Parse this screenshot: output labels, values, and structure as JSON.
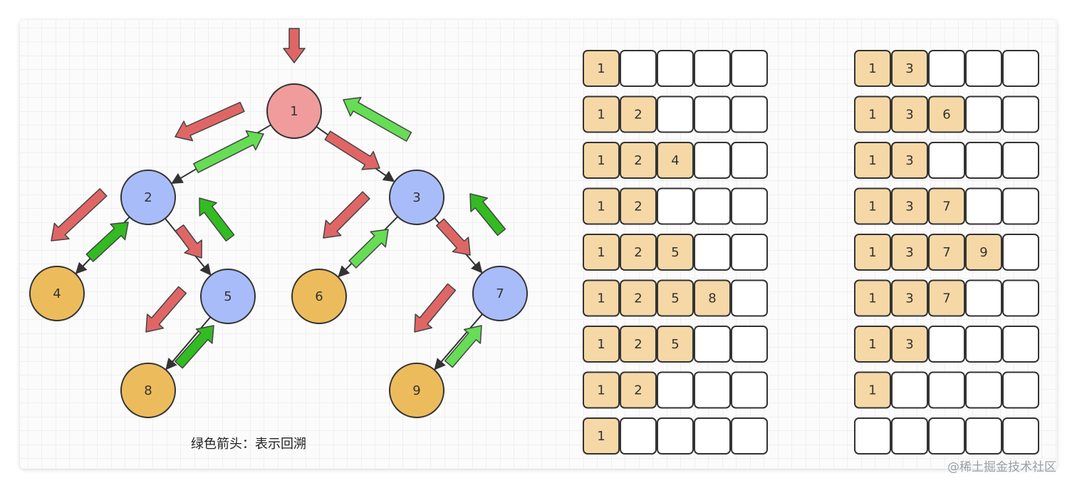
{
  "tree": {
    "nodes": [
      {
        "id": "1",
        "label": "1",
        "kind": "root"
      },
      {
        "id": "2",
        "label": "2",
        "kind": "inner"
      },
      {
        "id": "3",
        "label": "3",
        "kind": "inner"
      },
      {
        "id": "4",
        "label": "4",
        "kind": "leaf"
      },
      {
        "id": "5",
        "label": "5",
        "kind": "inner"
      },
      {
        "id": "6",
        "label": "6",
        "kind": "leaf"
      },
      {
        "id": "7",
        "label": "7",
        "kind": "inner"
      },
      {
        "id": "8",
        "label": "8",
        "kind": "leaf"
      },
      {
        "id": "9",
        "label": "9",
        "kind": "leaf"
      }
    ],
    "edges": [
      {
        "from": "1",
        "to": "2"
      },
      {
        "from": "1",
        "to": "3"
      },
      {
        "from": "2",
        "to": "4"
      },
      {
        "from": "2",
        "to": "5"
      },
      {
        "from": "5",
        "to": "8"
      },
      {
        "from": "3",
        "to": "6"
      },
      {
        "from": "3",
        "to": "7"
      },
      {
        "from": "7",
        "to": "9"
      }
    ]
  },
  "caption": "绿色箭头：表示回溯",
  "watermark": "@稀土掘金技术社区",
  "colors": {
    "root_fill": "#f19c9c",
    "inner_fill": "#a9bcfa",
    "leaf_fill": "#ecbc5c",
    "filled_cell": "#f5d8a6",
    "down_arrow": "#e06666",
    "back_arrow": "#66dd55",
    "back_arrow_dark": "#33bb22",
    "grid": "#e8e8e8"
  },
  "stacks": [
    {
      "name": "left",
      "rows": [
        [
          "1"
        ],
        [
          "1",
          "2"
        ],
        [
          "1",
          "2",
          "4"
        ],
        [
          "1",
          "2"
        ],
        [
          "1",
          "2",
          "5"
        ],
        [
          "1",
          "2",
          "5",
          "8"
        ],
        [
          "1",
          "2",
          "5"
        ],
        [
          "1",
          "2"
        ],
        [
          "1"
        ]
      ]
    },
    {
      "name": "right",
      "rows": [
        [
          "1",
          "3"
        ],
        [
          "1",
          "3",
          "6"
        ],
        [
          "1",
          "3"
        ],
        [
          "1",
          "3",
          "7"
        ],
        [
          "1",
          "3",
          "7",
          "9"
        ],
        [
          "1",
          "3",
          "7"
        ],
        [
          "1",
          "3"
        ],
        [
          "1"
        ],
        []
      ]
    }
  ]
}
